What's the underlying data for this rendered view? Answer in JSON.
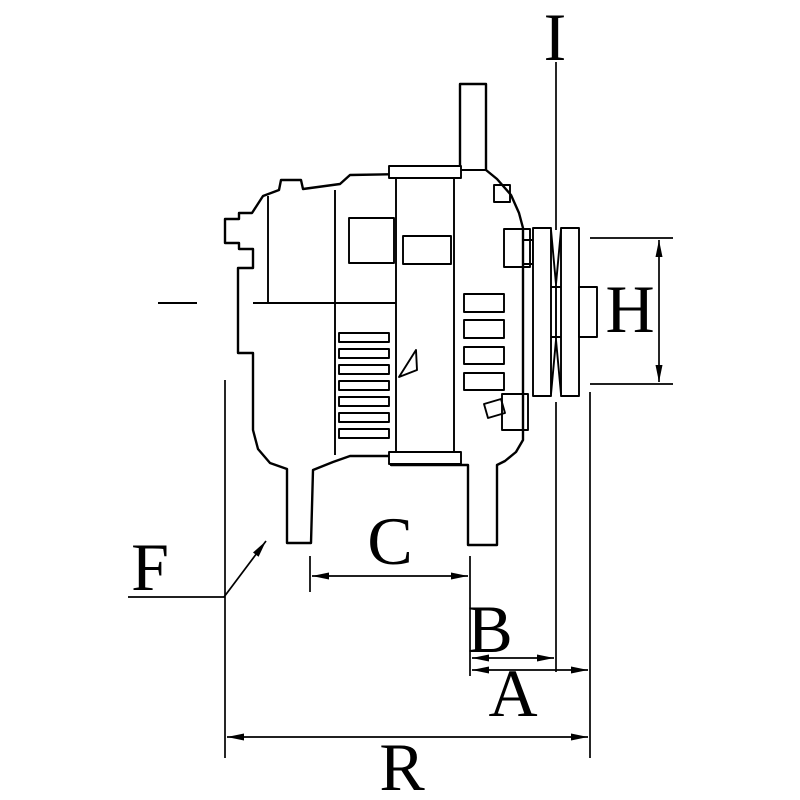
{
  "diagram": {
    "labels": {
      "i": "I",
      "h": "H",
      "f": "F",
      "c": "C",
      "b": "B",
      "a": "A",
      "r": "R"
    },
    "colors": {
      "line": "#000000",
      "background": "#ffffff"
    }
  }
}
